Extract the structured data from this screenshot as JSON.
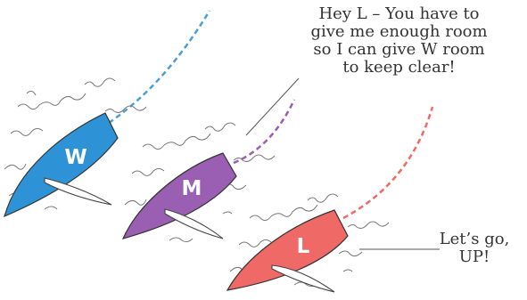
{
  "speech": {
    "top": [
      "Hey L – You have to",
      "give me enough room",
      "so I can give W room",
      "to keep clear!"
    ],
    "bottom": [
      "Let’s go,",
      "UP!"
    ]
  },
  "boats": [
    {
      "label": "W",
      "color": "#2e93d6",
      "wake_color": "#4a9fd8"
    },
    {
      "label": "M",
      "color": "#9a5fb3",
      "wake_color": "#9a5fb3"
    },
    {
      "label": "L",
      "color": "#ef6a66",
      "wake_color": "#ef6a66"
    }
  ]
}
